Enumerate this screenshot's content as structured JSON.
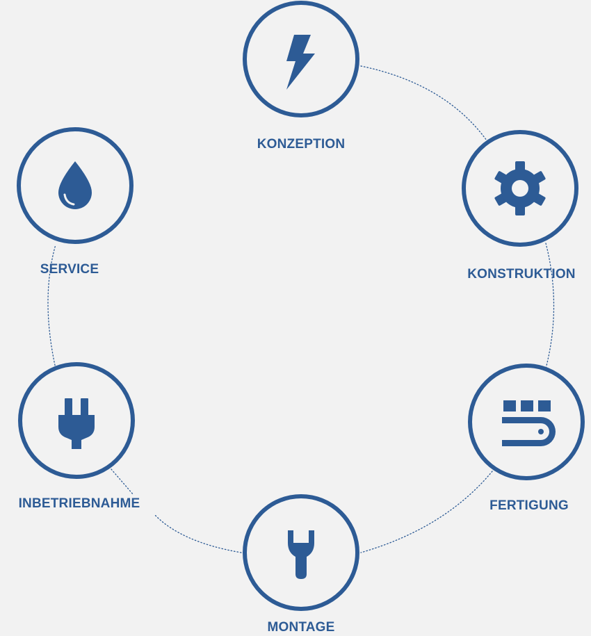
{
  "colors": {
    "accent": "#2d5b95",
    "background": "#f2f2f2",
    "icon_fill": "#ffffff"
  },
  "steps": [
    {
      "id": "konzeption",
      "label": "KONZEPTION",
      "icon": "lightning-icon"
    },
    {
      "id": "konstruktion",
      "label": "KONSTRUKTION",
      "icon": "gear-icon"
    },
    {
      "id": "fertigung",
      "label": "FERTIGUNG",
      "icon": "conveyor-icon"
    },
    {
      "id": "montage",
      "label": "MONTAGE",
      "icon": "wrench-icon"
    },
    {
      "id": "inbetriebnahme",
      "label": "INBETRIEBNAHME",
      "icon": "plug-icon"
    },
    {
      "id": "service",
      "label": "SERVICE",
      "icon": "drop-icon"
    }
  ]
}
